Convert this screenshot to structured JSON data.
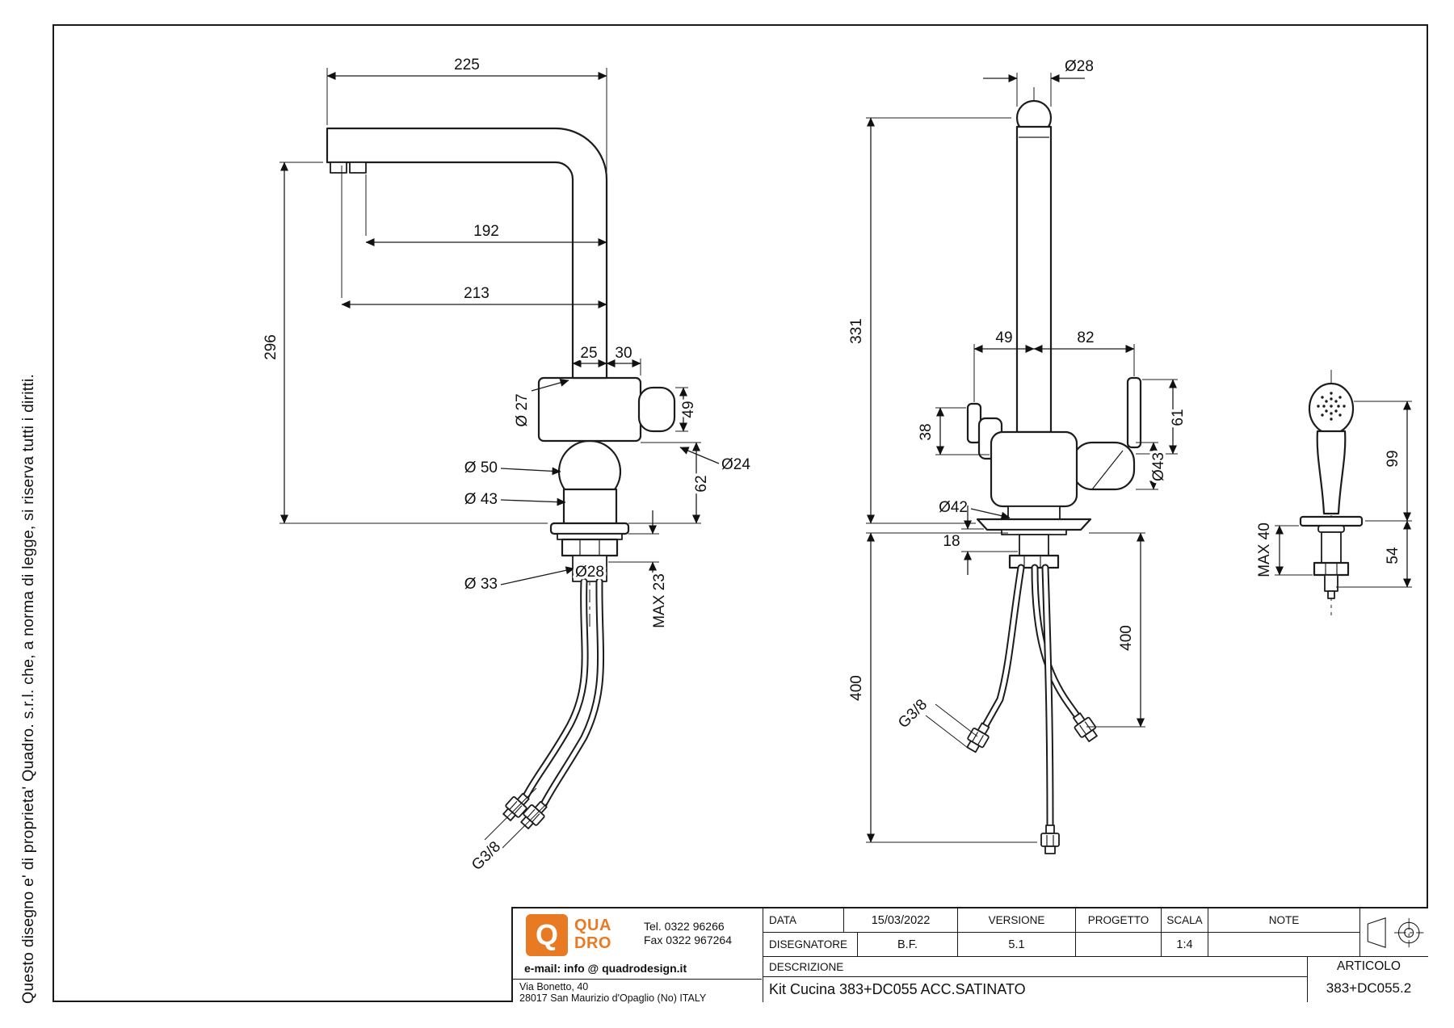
{
  "sheet": {
    "copyright": "Questo disegno e' di proprieta' Quadro. s.r.l. che, a norma di legge, si riserva tutti i diritti."
  },
  "company": {
    "logo_letter": "Q",
    "name_top": "QUA",
    "name_bottom": "DRO",
    "brand_color": "#e97a24",
    "tel": "Tel. 0322 96266",
    "fax": "Fax 0322 967264",
    "email": "e-mail: info @ quadrodesign.it",
    "address_line1": "Via Bonetto, 40",
    "address_line2": "28017 San Maurizio d'Opaglio (No) ITALY"
  },
  "titleblock": {
    "labels": {
      "data": "DATA",
      "versione": "VERSIONE",
      "progetto": "PROGETTO",
      "scala": "SCALA",
      "note": "NOTE",
      "disegnatore": "DISEGNATORE",
      "descrizione": "DESCRIZIONE",
      "articolo": "ARTICOLO"
    },
    "values": {
      "data": "15/03/2022",
      "disegnatore": "B.F.",
      "versione": "5.1",
      "scala": "1:4",
      "descrizione": "Kit Cucina 383+DC055 ACC.SATINATO",
      "articolo": "383+DC055.2"
    }
  },
  "dims": {
    "side": {
      "len_225": "225",
      "len_192": "192",
      "len_213": "213",
      "height_296": "296",
      "off_25": "25",
      "off_30": "30",
      "dia_27": "Ø 27",
      "len_49": "49",
      "dia_24": "Ø24",
      "dia_50": "Ø 50",
      "len_62": "62",
      "dia_43": "Ø 43",
      "dia_33": "Ø 33",
      "dia_28": "Ø28",
      "max_23": "MAX 23",
      "thread": "G3/8"
    },
    "front": {
      "dia_28": "Ø28",
      "height_331": "331",
      "off_49": "49",
      "off_82": "82",
      "len_38": "38",
      "len_61": "61",
      "dia_43": "Ø43",
      "dia_42": "Ø42",
      "len_18": "18",
      "len_400_right": "400",
      "len_400_left": "400",
      "thread": "G3/8"
    },
    "spray": {
      "height_99": "99",
      "max_40": "MAX 40",
      "len_54": "54"
    }
  }
}
